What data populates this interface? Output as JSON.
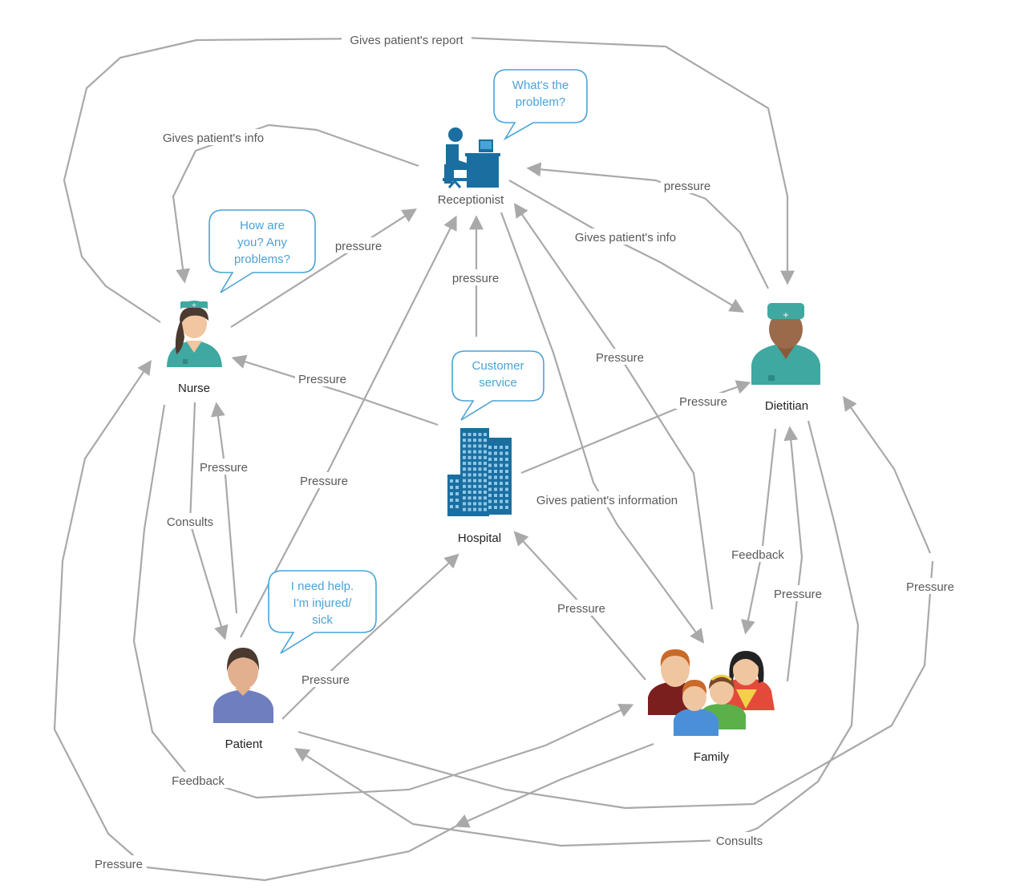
{
  "colors": {
    "edge": "#a9a9a9",
    "bubble": "#4aa3d8",
    "building": "#1a6fa0",
    "receptionist": "#1a6fa0",
    "scrubs": "#3fa8a0"
  },
  "nodes": {
    "receptionist": {
      "label": "Receptionist",
      "icon": "receptionist-desk-icon"
    },
    "nurse": {
      "label": "Nurse",
      "icon": "nurse-icon"
    },
    "dietitian": {
      "label": "Dietitian",
      "icon": "dietitian-icon"
    },
    "hospital": {
      "label": "Hospital",
      "icon": "hospital-building-icon"
    },
    "patient": {
      "label": "Patient",
      "icon": "patient-icon"
    },
    "family": {
      "label": "Family",
      "icon": "family-icon"
    }
  },
  "bubbles": {
    "receptionist": [
      "What's the",
      "problem?"
    ],
    "nurse": [
      "How are",
      "you? Any",
      "problems?"
    ],
    "hospital": [
      "Customer",
      "service"
    ],
    "patient": [
      "I need help.",
      "I'm injured/",
      "sick"
    ]
  },
  "edges": [
    {
      "label": "Gives patient's report"
    },
    {
      "label": "Gives patient's info"
    },
    {
      "label": "pressure"
    },
    {
      "label": "pressure"
    },
    {
      "label": "Gives patient's info"
    },
    {
      "label": "pressure"
    },
    {
      "label": "Pressure"
    },
    {
      "label": "Pressure"
    },
    {
      "label": "Pressure"
    },
    {
      "label": "Consults"
    },
    {
      "label": "Pressure"
    },
    {
      "label": "Pressure"
    },
    {
      "label": "Pressure"
    },
    {
      "label": "Pressure"
    },
    {
      "label": "Gives patient's information"
    },
    {
      "label": "Feedback"
    },
    {
      "label": "Pressure"
    },
    {
      "label": "Pressure"
    },
    {
      "label": "Feedback"
    },
    {
      "label": "Consults"
    },
    {
      "label": "Pressure"
    },
    {
      "label": ""
    },
    {
      "label": ""
    }
  ]
}
